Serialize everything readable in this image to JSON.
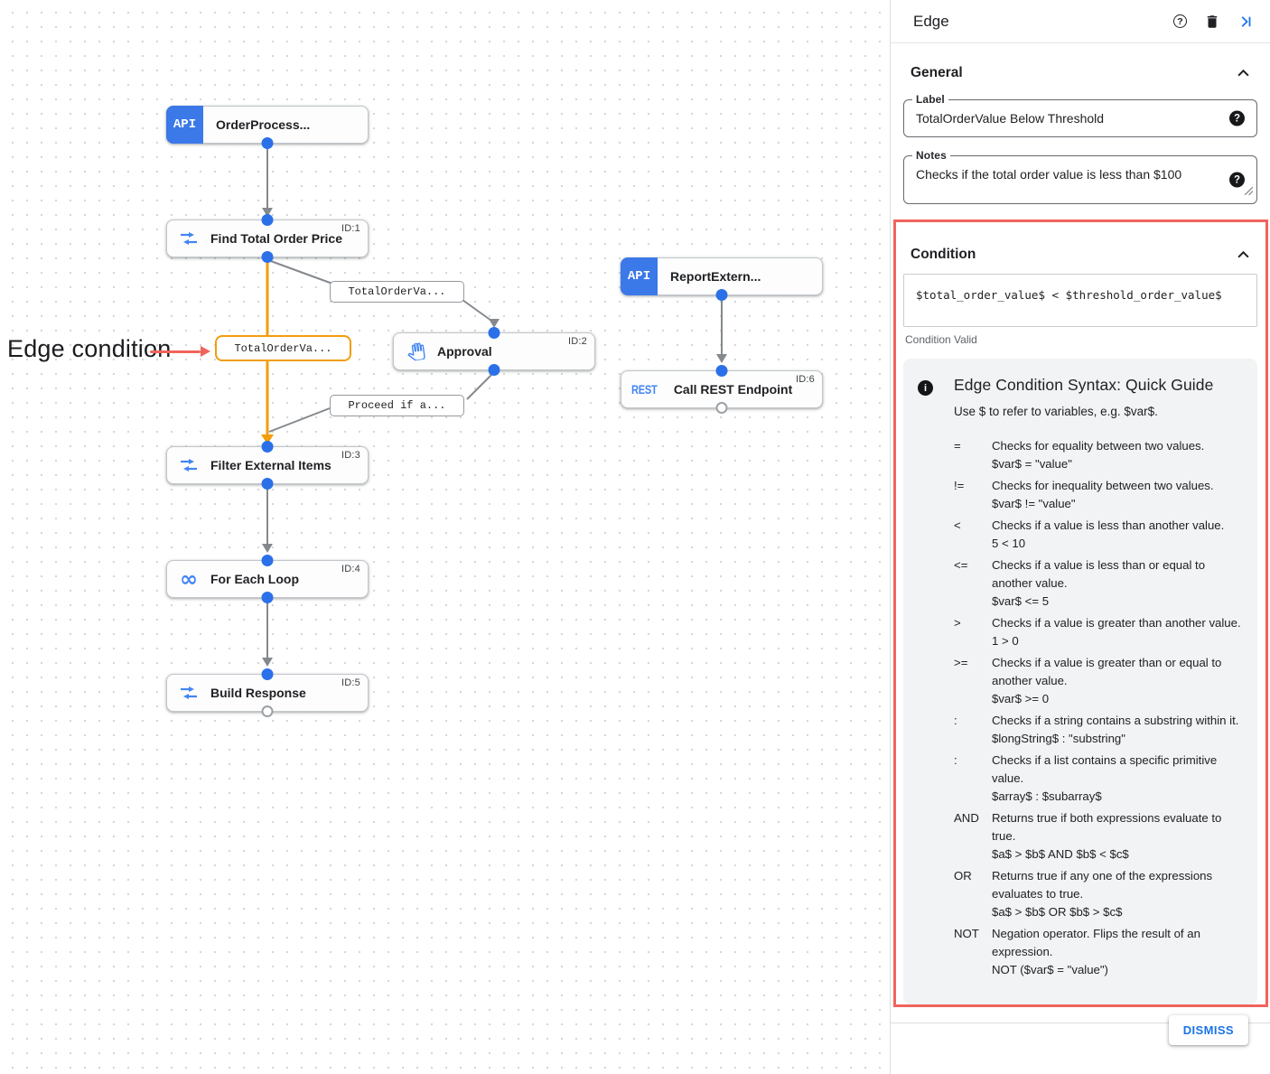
{
  "canvas": {
    "annotation": "Edge condition",
    "nodes": [
      {
        "label": "OrderProcess...",
        "badge": "API",
        "id": ""
      },
      {
        "label": "Find Total Order Price",
        "id": "ID:1"
      },
      {
        "label": "Approval",
        "id": "ID:2"
      },
      {
        "label": "ReportExtern...",
        "badge": "API",
        "id": ""
      },
      {
        "label": "Call REST Endpoint",
        "badge": "REST",
        "id": "ID:6"
      },
      {
        "label": "Filter External Items",
        "id": "ID:3"
      },
      {
        "label": "For Each Loop",
        "id": "ID:4",
        "icon_glyph": "∞"
      },
      {
        "label": "Build Response",
        "id": "ID:5"
      }
    ],
    "edge_labels": [
      {
        "label": "TotalOrderVa...",
        "selected": false
      },
      {
        "label": "TotalOrderVa...",
        "selected": true
      },
      {
        "label": "Proceed if a...",
        "selected": false
      }
    ]
  },
  "panel": {
    "title": "Edge",
    "icons": [
      "help-icon",
      "delete-icon",
      "collapse-panel-icon"
    ],
    "general": {
      "heading": "General",
      "label_field": {
        "label": "Label",
        "value": "TotalOrderValue Below Threshold"
      },
      "notes_field": {
        "label": "Notes",
        "value": "Checks if the total order value is less than $100"
      }
    },
    "condition": {
      "heading": "Condition",
      "expression": "$total_order_value$ < $threshold_order_value$",
      "status": "Condition Valid",
      "guide": {
        "title": "Edge Condition Syntax: Quick Guide",
        "intro": "Use $ to refer to variables, e.g. $var$.",
        "rows": [
          {
            "op": "=",
            "desc": "Checks for equality between two values.",
            "example": "$var$ = \"value\""
          },
          {
            "op": "!=",
            "desc": "Checks for inequality between two values.",
            "example": "$var$ != \"value\""
          },
          {
            "op": "<",
            "desc": "Checks if a value is less than another value.",
            "example": "5 < 10"
          },
          {
            "op": "<=",
            "desc": "Checks if a value is less than or equal to another value.",
            "example": "$var$ <= 5"
          },
          {
            "op": ">",
            "desc": "Checks if a value is greater than another value.",
            "example": "1 > 0"
          },
          {
            "op": ">=",
            "desc": "Checks if a value is greater than or equal to another value.",
            "example": "$var$ >= 0"
          },
          {
            "op": ":",
            "desc": "Checks if a string contains a substring within it.",
            "example": "$longString$ : \"substring\""
          },
          {
            "op": ":",
            "desc": "Checks if a list contains a specific primitive value.",
            "example": "$array$ : $subarray$"
          },
          {
            "op": "AND",
            "desc": "Returns true if both expressions evaluate to true.",
            "example": "$a$ > $b$ AND $b$ < $c$"
          },
          {
            "op": "OR",
            "desc": "Returns true if any one of the expressions evaluates to true.",
            "example": "$a$ > $b$ OR $b$ > $c$"
          },
          {
            "op": "NOT",
            "desc": "Negation operator. Flips the result of an expression.",
            "example": "NOT ($var$ = \"value\")"
          }
        ]
      }
    },
    "dismiss_label": "DISMISS",
    "colors": {
      "accent_blue": "#1a73e8",
      "selected_orange": "#f29d0d",
      "highlight_red": "#f0645c",
      "node_icon_blue": "#4285f4"
    }
  }
}
